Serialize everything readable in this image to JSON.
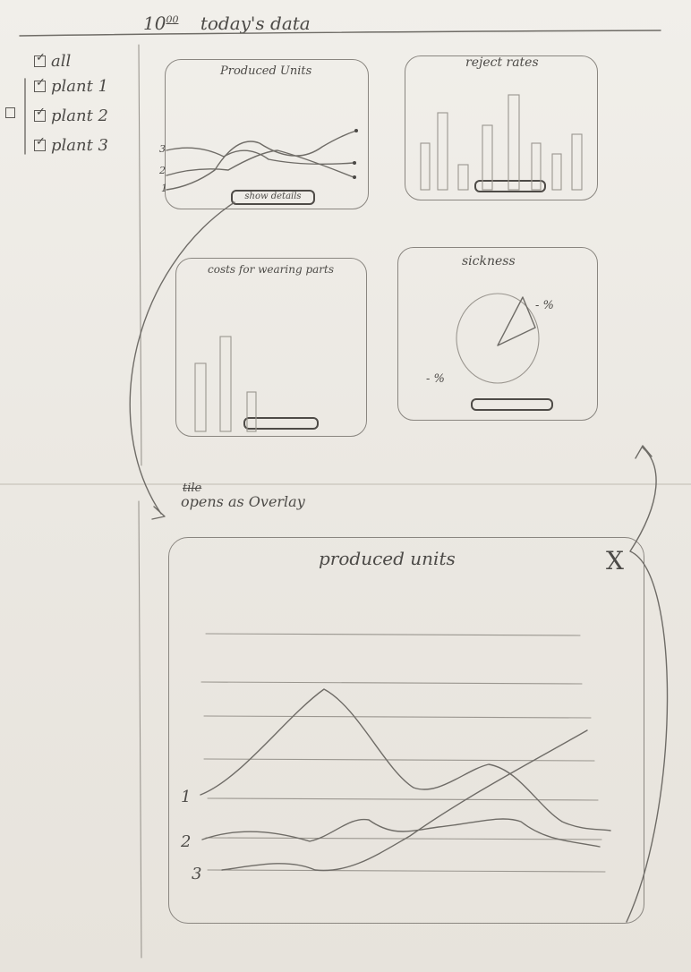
{
  "header": {
    "time": "10",
    "time_sup": "00",
    "title": "today's data"
  },
  "filters": [
    {
      "label": "all",
      "checked": true
    },
    {
      "label": "plant 1",
      "checked": true
    },
    {
      "label": "plant 2",
      "checked": true
    },
    {
      "label": "plant 3",
      "checked": true
    }
  ],
  "filter_group_box_checked": false,
  "tiles": {
    "produced_units": {
      "title": "Produced Units",
      "button": "show details",
      "line_labels": [
        "3",
        "2",
        "1"
      ]
    },
    "reject_rates": {
      "title": "reject rates"
    },
    "costs": {
      "title": "costs for wearing parts"
    },
    "sickness": {
      "title": "sickness",
      "pct_left": "- %",
      "pct_right": "- %"
    }
  },
  "annotation": {
    "struck": "tile",
    "text": "opens as Overlay"
  },
  "overlay": {
    "title": "produced units",
    "close": "X",
    "series_labels": [
      "1",
      "2",
      "3"
    ]
  }
}
